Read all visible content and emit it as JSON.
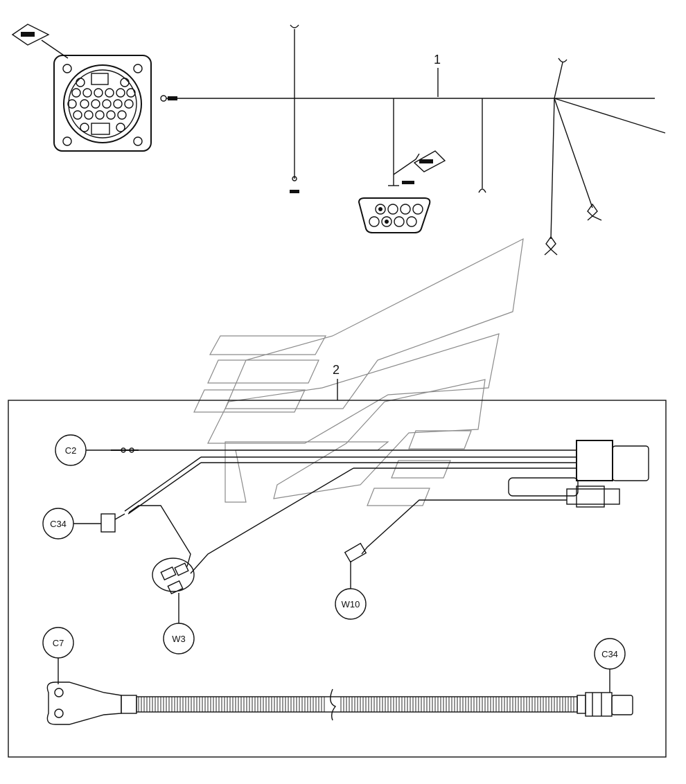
{
  "items": [
    {
      "number": "1"
    },
    {
      "number": "2"
    }
  ],
  "callouts": [
    {
      "label": "C2"
    },
    {
      "label": "C34"
    },
    {
      "label": "W3"
    },
    {
      "label": "W10"
    },
    {
      "label": "C7"
    },
    {
      "label": "C34"
    }
  ],
  "colors": {
    "line": "#111111",
    "watermark": "#8a8a8a",
    "background": "#ffffff"
  }
}
